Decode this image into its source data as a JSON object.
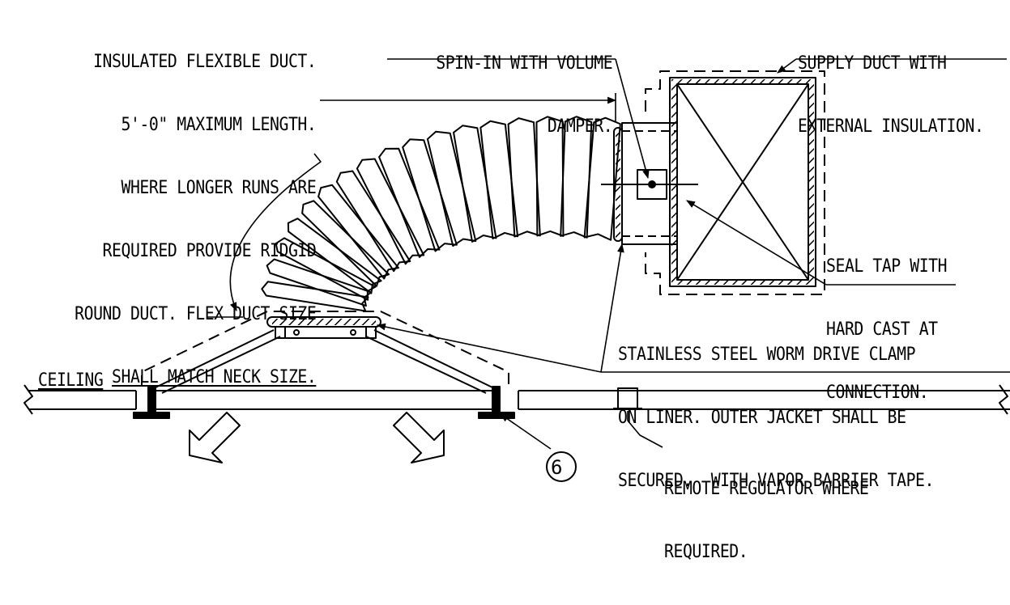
{
  "notes": {
    "flex_duct": {
      "lines": [
        "INSULATED FLEXIBLE DUCT.",
        "5'-0\" MAXIMUM LENGTH.",
        "WHERE LONGER RUNS ARE",
        "REQUIRED PROVIDE RIDGID",
        "ROUND DUCT. FLEX DUCT SIZE",
        "SHALL MATCH NECK SIZE."
      ]
    },
    "spin_in": {
      "lines": [
        "SPIN-IN WITH VOLUME",
        "DAMPER."
      ]
    },
    "supply_duct": {
      "lines": [
        "SUPPLY DUCT WITH",
        "EXTERNAL INSULATION."
      ]
    },
    "seal_tap": {
      "lines": [
        "SEAL TAP WITH",
        "HARD CAST AT",
        "CONNECTION."
      ]
    },
    "clamp": {
      "lines": [
        "STAINLESS STEEL WORM DRIVE CLAMP",
        "ON LINER. OUTER JACKET SHALL BE",
        "SECURED.  WITH VAPOR BARRIER TAPE."
      ]
    },
    "ceiling": {
      "label": "CEILING"
    },
    "remote_regulator": {
      "lines": [
        "REMOTE REGULATOR WHERE",
        "REQUIRED."
      ]
    },
    "callout": {
      "number": "6"
    }
  },
  "colors": {
    "ink": "#000000",
    "paper": "#ffffff"
  }
}
